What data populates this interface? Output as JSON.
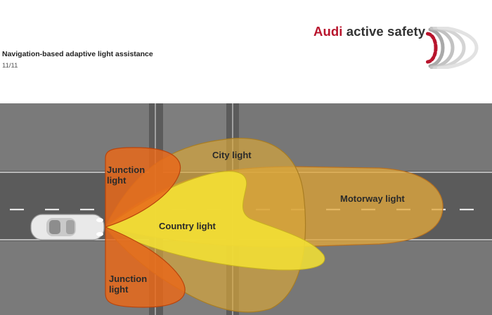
{
  "header": {
    "brand_prefix": "Audi",
    "brand_suffix": " active safety",
    "title": "Navigation-based adaptive light assistance",
    "pager": "11/11"
  },
  "zones": {
    "junction_top": "Junction\nlight",
    "city": "City light",
    "motorway": "Motorway light",
    "country": "Country light",
    "junction_bottom": "Junction\nlight"
  },
  "colors": {
    "brand_red": "#b8142c",
    "junction": "#e8681a",
    "city": "#d9a63a",
    "motorway": "#e2a83c",
    "country": "#f2e034",
    "road": "#5e5e5e"
  }
}
